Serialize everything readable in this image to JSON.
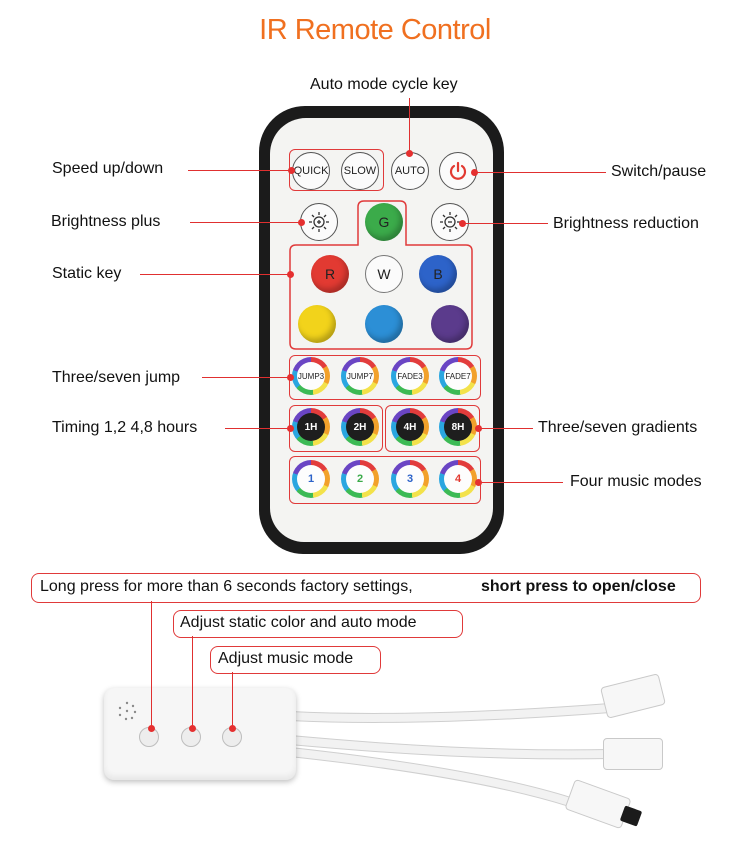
{
  "title": "IR Remote Control",
  "remote_callouts": {
    "auto_mode_cycle_key": "Auto mode cycle key",
    "speed_up_down": "Speed up/down",
    "switch_pause": "Switch/pause",
    "brightness_plus": "Brightness plus",
    "brightness_reduction": "Brightness reduction",
    "static_key": "Static key",
    "three_seven_jump": "Three/seven jump",
    "timing_hours": "Timing 1,2 4,8 hours",
    "three_seven_gradients": "Three/seven gradients",
    "four_music_modes": "Four music modes"
  },
  "remote_buttons": {
    "quick": "QUICK",
    "slow": "SLOW",
    "auto": "AUTO",
    "g": "G",
    "r": "R",
    "w": "W",
    "b": "B",
    "jump3": "JUMP3",
    "jump7": "JUMP7",
    "fade3": "FADE3",
    "fade7": "FADE7",
    "t1h": "1H",
    "t2h": "2H",
    "t4h": "4H",
    "t8h": "8H",
    "music1": "1",
    "music2": "2",
    "music3": "3",
    "music4": "4"
  },
  "controller_callouts": {
    "long_press": "Long press for more than 6 seconds factory settings,",
    "short_press": "short press to open/close",
    "adjust_static": "Adjust static color and auto mode",
    "adjust_music": "Adjust music mode"
  },
  "colors": {
    "title": "#f07020",
    "callout_line": "#e03030",
    "red": "#e23a32",
    "green": "#3bab4a",
    "blue": "#2d63c9",
    "yellow": "#f2d31b",
    "sky": "#2c8fd6",
    "purple": "#5b3b8c"
  },
  "icons": {
    "power": "power-icon",
    "brightness_plus": "sun-plus-icon",
    "brightness_minus": "sun-minus-icon"
  }
}
